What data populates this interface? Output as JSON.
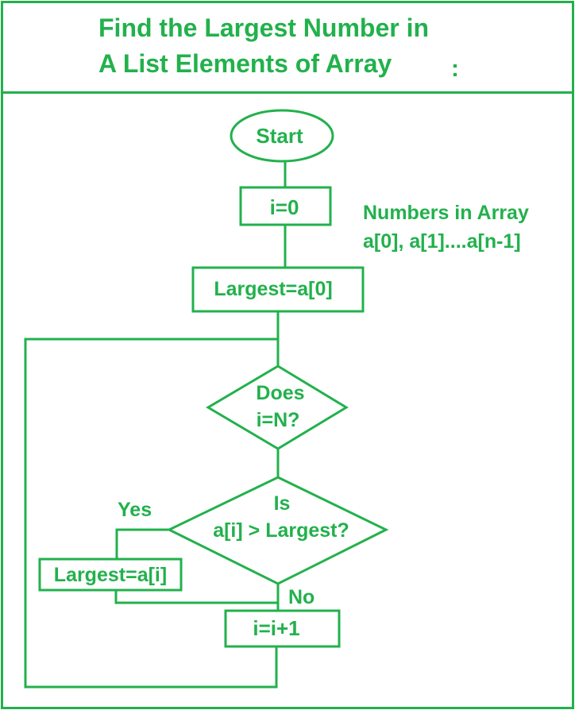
{
  "colors": {
    "accent": "#22b14c",
    "background": "#ffffff"
  },
  "header": {
    "title_line1": "Find the Largest Number in",
    "title_line2": "A List  Elements of Array",
    "title_suffix": ":"
  },
  "note": {
    "line1": "Numbers in Array",
    "line2": "a[0], a[1]....a[n-1]"
  },
  "nodes": {
    "start": "Start",
    "init_i": "i=0",
    "init_largest": "Largest=a[0]",
    "check_end_line1": "Does",
    "check_end_line2": "i=N?",
    "compare_line1": "Is",
    "compare_line2": "a[i] > Largest?",
    "update_largest": "Largest=a[i]",
    "increment": "i=i+1"
  },
  "edges": {
    "yes_label": "Yes",
    "no_label": "No"
  }
}
